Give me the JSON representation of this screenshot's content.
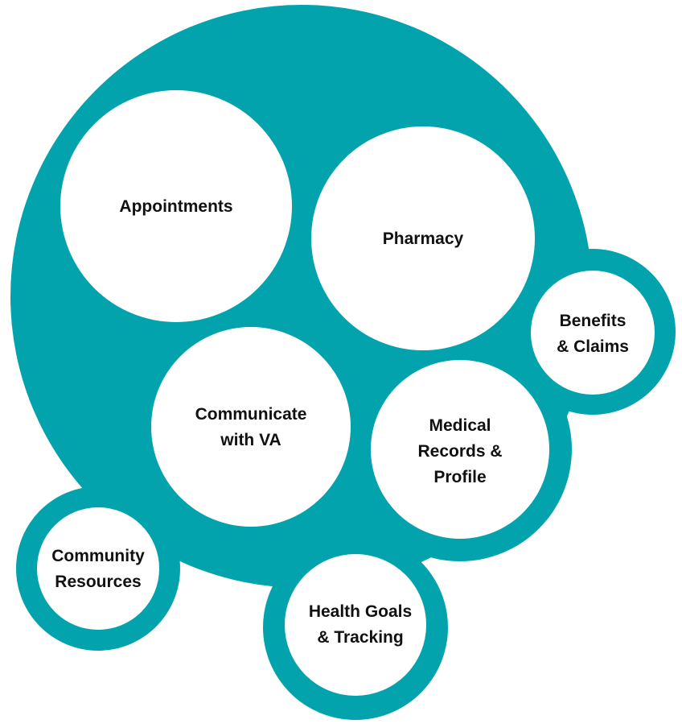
{
  "colors": {
    "teal": "#03A3AD",
    "bubble": "#FFFFFF",
    "text": "#111111"
  },
  "bubbles": {
    "appointments": "Appointments",
    "pharmacy": "Pharmacy",
    "benefits": "Benefits\n& Claims",
    "communicate": "Communicate\nwith VA",
    "medical": "Medical\nRecords &\nProfile",
    "community": "Community\nResources",
    "health": "Health Goals\n& Tracking"
  }
}
